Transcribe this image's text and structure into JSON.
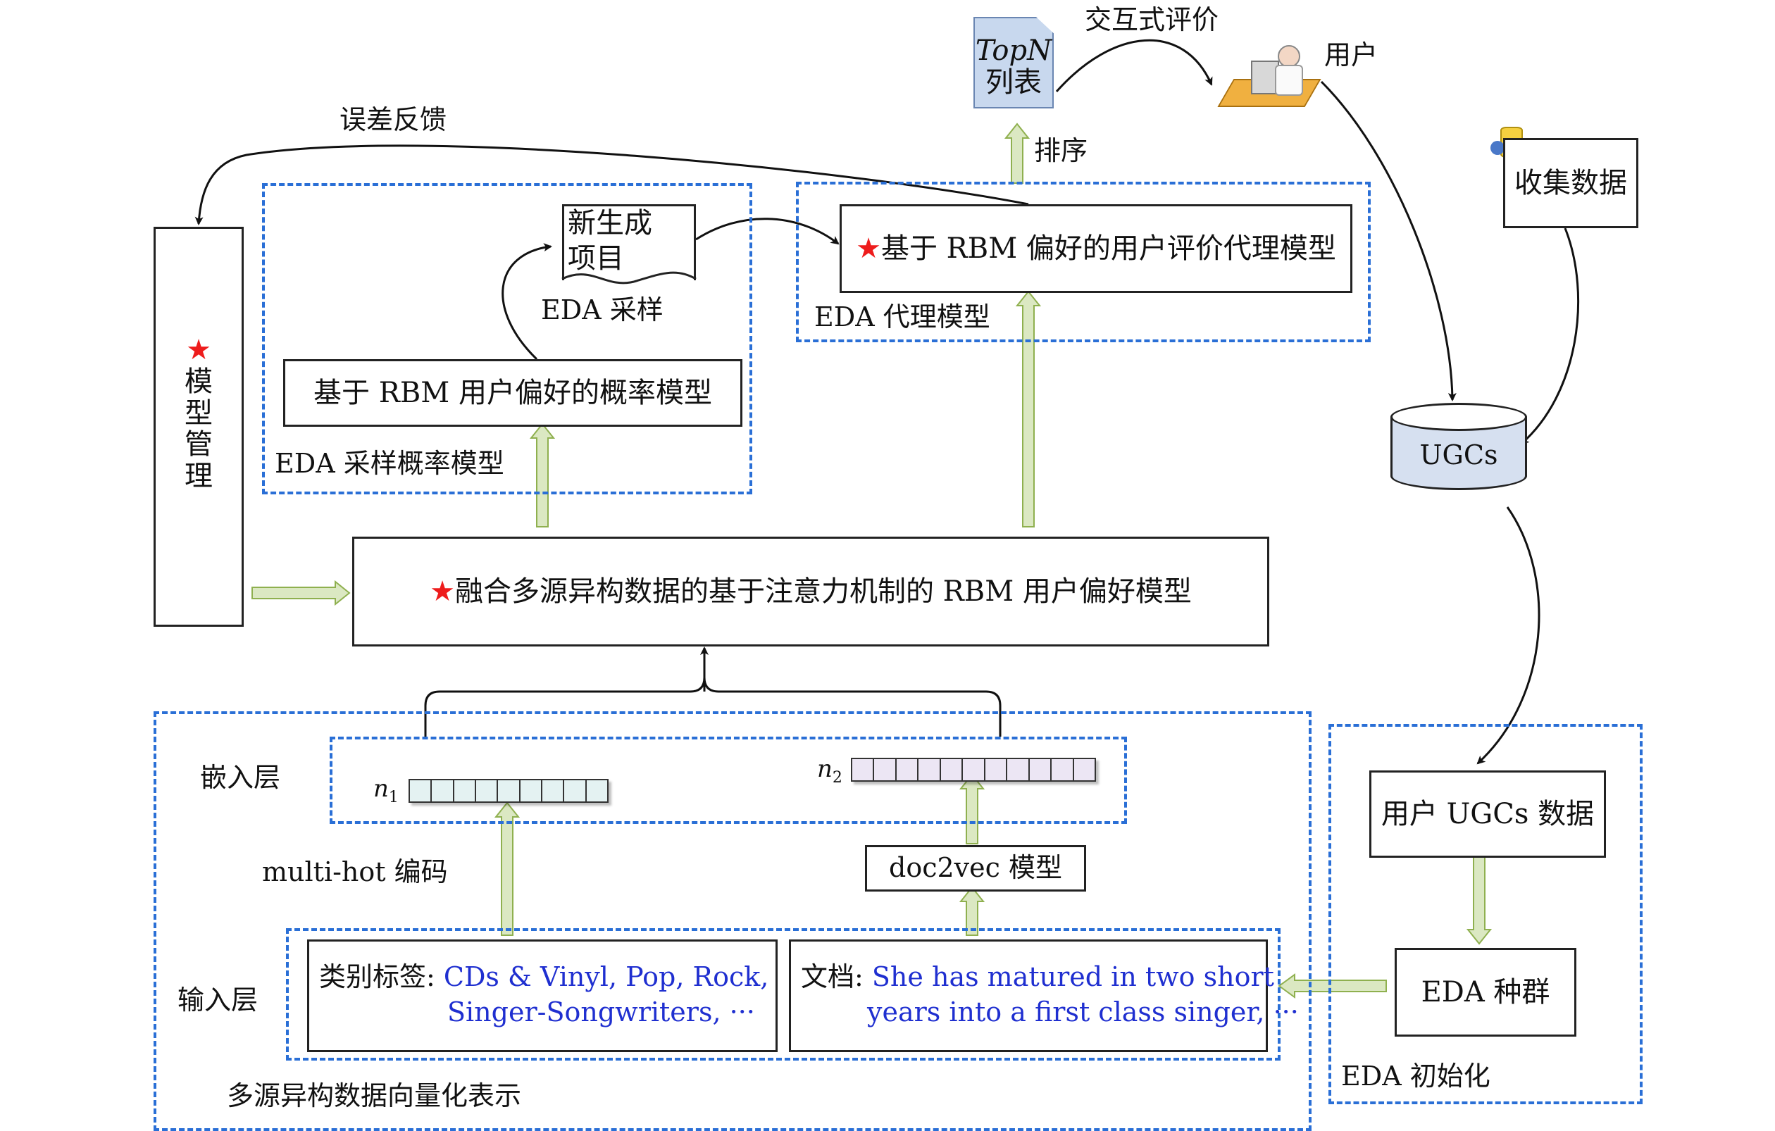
{
  "topn_doc": {
    "line1": "TopN",
    "line2": "列表"
  },
  "interactive_eval": "交互式评价",
  "user_label": "用户",
  "sort_label": "排序",
  "error_feedback": "误差反馈",
  "collect_data": "收集数据",
  "new_items": {
    "line1": "新生成",
    "line2": "项目"
  },
  "eda_sampling": "EDA 采样",
  "proxy_model_box": "基于 RBM 偏好的用户评价代理模型",
  "proxy_model_group": "EDA 代理模型",
  "prob_model_box": "基于 RBM 用户偏好的概率模型",
  "prob_model_group": "EDA 采样概率模型",
  "model_mgmt": [
    "模",
    "型",
    "管",
    "理"
  ],
  "ugcs_db": "UGCs",
  "main_model": "融合多源异构数据的基于注意力机制的 RBM 用户偏好模型",
  "embedding_layer": "嵌入层",
  "n1": "n",
  "n1_sub": "1",
  "n2": "n",
  "n2_sub": "2",
  "multi_hot": "multi-hot 编码",
  "doc2vec": "doc2vec 模型",
  "input_layer": "输入层",
  "category": {
    "prefix": "类别标签: ",
    "line1": "CDs & Vinyl, Pop, Rock,",
    "line2": "Singer-Songwriters, ···"
  },
  "document": {
    "prefix": "文档: ",
    "line1": "She has matured in two short",
    "line2": "years into a first class singer, ···"
  },
  "multi_source": "多源异构数据向量化表示",
  "user_ugcs": "用户 UGCs 数据",
  "eda_population": "EDA 种群",
  "eda_init": "EDA 初始化",
  "star_symbol": "★",
  "colors": {
    "dash_blue": "#2a6fd6",
    "green_arrow": "#9bbb59",
    "star_red": "#ee1c1c",
    "text_blue": "#1f2fd0"
  }
}
